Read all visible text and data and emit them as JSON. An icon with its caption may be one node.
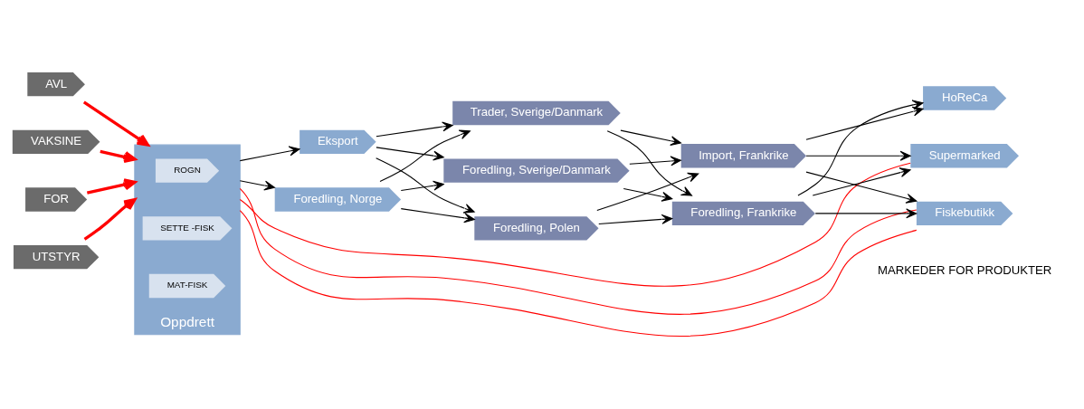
{
  "diagram": {
    "nodes": [
      {
        "text": [
          "AVL"
        ]
      },
      {
        "text": [
          "VAKSINE"
        ]
      },
      {
        "text": [
          "FOR"
        ]
      },
      {
        "text": [
          "UTSTYR"
        ]
      },
      {
        "text": [
          "Oppdrett"
        ]
      },
      {
        "text": [
          "ROGN"
        ],
        "in": 4
      },
      {
        "text": [
          "SETTE -FISK"
        ],
        "in": 4
      },
      {
        "text": [
          "MAT-FISK"
        ],
        "in": 4
      },
      {
        "text": [
          "Eksport"
        ]
      },
      {
        "text": [
          "Foredling, Norge"
        ]
      },
      {
        "text": [
          "Trader, Sverige/Danmark"
        ]
      },
      {
        "text": [
          "Foredling, Sverige/Danmark"
        ]
      },
      {
        "text": [
          "Foredling, Polen"
        ]
      },
      {
        "text": [
          "Foredling, Frankrike"
        ]
      },
      {
        "text": [
          "Import, Frankrike"
        ]
      },
      {
        "text": [
          "HoReCa"
        ]
      },
      {
        "text": [
          "Supermarked"
        ]
      },
      {
        "text": [
          "Fiskebutikk"
        ]
      }
    ],
    "edges": [
      {
        "from": 0,
        "to": 4,
        "arrow": "to",
        "style": "thick",
        "color": "#ff0000"
      },
      {
        "from": 1,
        "to": 4,
        "arrow": "to",
        "style": "thick",
        "color": "#ff0000"
      },
      {
        "from": 2,
        "to": 4,
        "arrow": "to",
        "style": "thick",
        "color": "#ff0000"
      },
      {
        "from": 3,
        "to": 4,
        "arrow": "to",
        "style": "thick",
        "color": "#ff0000"
      },
      {
        "from": 4,
        "to": 8,
        "arrow": "to"
      },
      {
        "from": 4,
        "to": 9,
        "arrow": "to"
      },
      {
        "from": 8,
        "to": 10,
        "arrow": "to"
      },
      {
        "from": 8,
        "to": 11,
        "arrow": "to"
      },
      {
        "from": 8,
        "to": 12,
        "arrow": "to"
      },
      {
        "from": 9,
        "to": 10,
        "arrow": "to"
      },
      {
        "from": 9,
        "to": 11,
        "arrow": "to"
      },
      {
        "from": 9,
        "to": 12,
        "arrow": "to"
      },
      {
        "from": 10,
        "to": 13,
        "arrow": "to"
      },
      {
        "from": 10,
        "to": 14,
        "arrow": "to"
      },
      {
        "from": 11,
        "to": 13,
        "arrow": "to"
      },
      {
        "from": 11,
        "to": 14,
        "arrow": "to"
      },
      {
        "from": 12,
        "to": 13,
        "arrow": "to"
      },
      {
        "from": 12,
        "to": 14,
        "arrow": "to"
      },
      {
        "from": 13,
        "to": 15,
        "arrow": "to"
      },
      {
        "from": 13,
        "to": 16,
        "arrow": "to"
      },
      {
        "from": 13,
        "to": 17,
        "arrow": "to"
      },
      {
        "from": 14,
        "to": 15,
        "arrow": "to"
      },
      {
        "from": 14,
        "to": 16,
        "arrow": "to"
      },
      {
        "from": 14,
        "to": 17,
        "arrow": "to"
      },
      {
        "from": 4,
        "to": 17,
        "arrow": "none",
        "color": "#ff0000"
      },
      {
        "from": 4,
        "to": 17,
        "arrow": "none",
        "color": "#ff0000"
      },
      {
        "from": 4,
        "to": 16,
        "arrow": "none",
        "color": "#ff0000"
      }
    ],
    "labels": [
      "MARKEDER FOR PRODUKTER"
    ]
  }
}
